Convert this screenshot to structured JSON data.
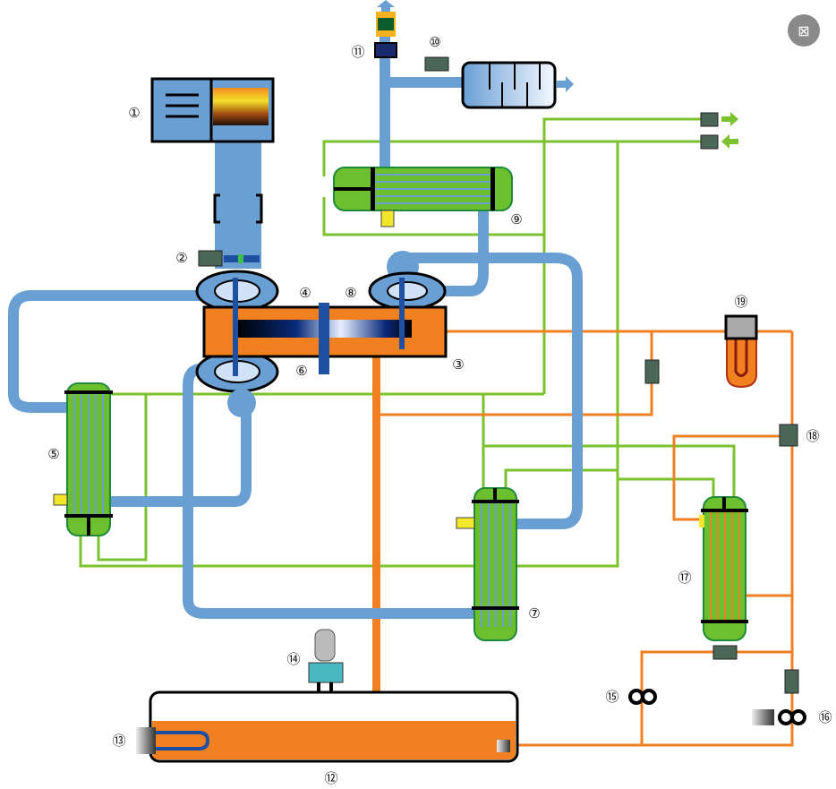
{
  "viewer": {
    "close_icon": "close-icon",
    "close_glyph": "⊠"
  },
  "colors": {
    "air": "#6a9fd4",
    "water": "#7cc12e",
    "oil": "#f08020",
    "cooler": "#6cbf2e",
    "sensor": "#4a6656"
  },
  "labels": {
    "n1": "①",
    "n2": "②",
    "n3": "③",
    "n4": "④",
    "n5": "⑤",
    "n6": "⑥",
    "n7": "⑦",
    "n8": "⑧",
    "n9": "⑨",
    "n10": "⑩",
    "n11": "⑪",
    "n12": "⑫",
    "n13": "⑬",
    "n14": "⑭",
    "n15": "⑮",
    "n16": "⑯",
    "n17": "⑰",
    "n18": "⑱",
    "n19": "⑲"
  }
}
